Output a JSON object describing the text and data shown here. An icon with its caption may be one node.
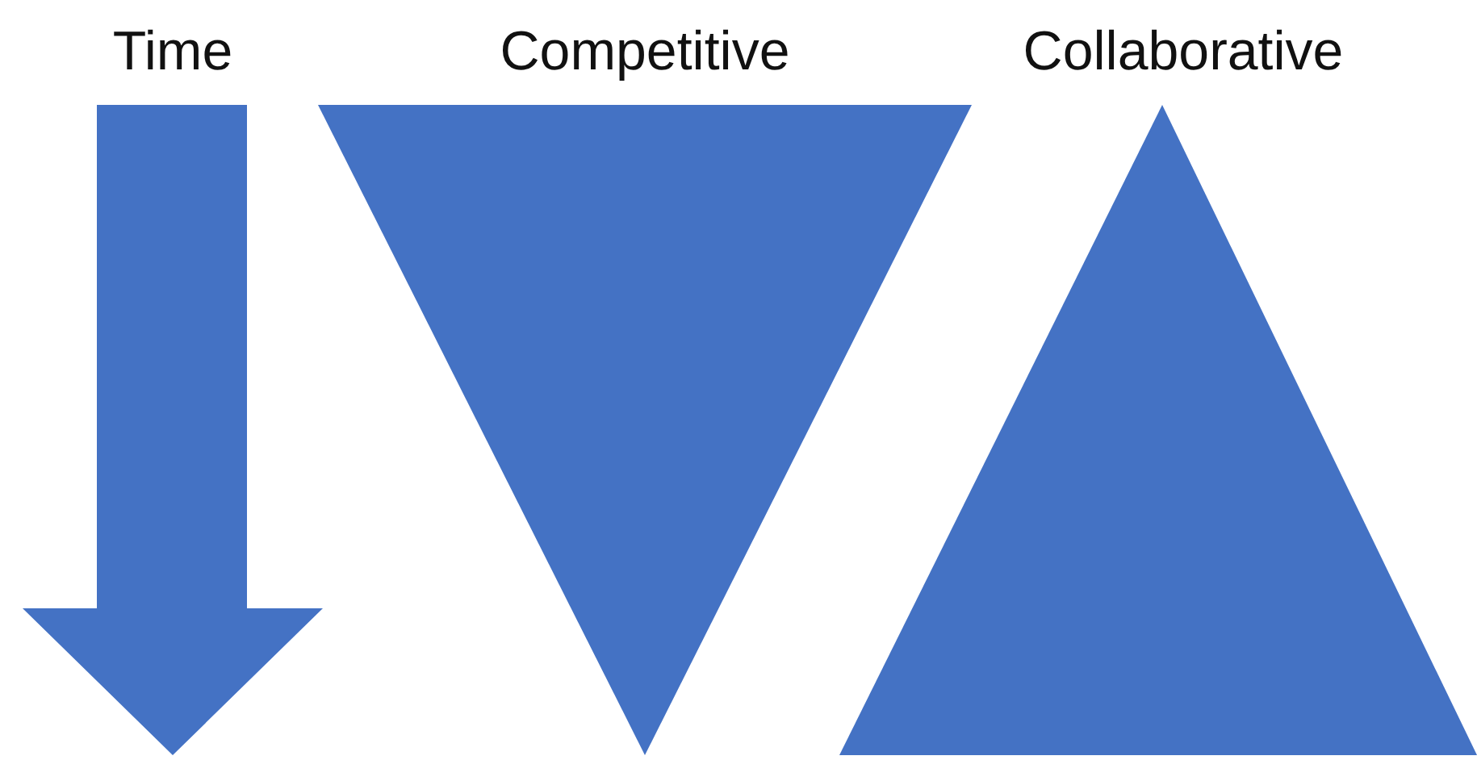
{
  "diagram": {
    "nodes": [
      {
        "text": [
          "Time"
        ]
      },
      {
        "text": [
          "Competitive"
        ]
      },
      {
        "text": [
          "Collaborative"
        ]
      }
    ]
  }
}
